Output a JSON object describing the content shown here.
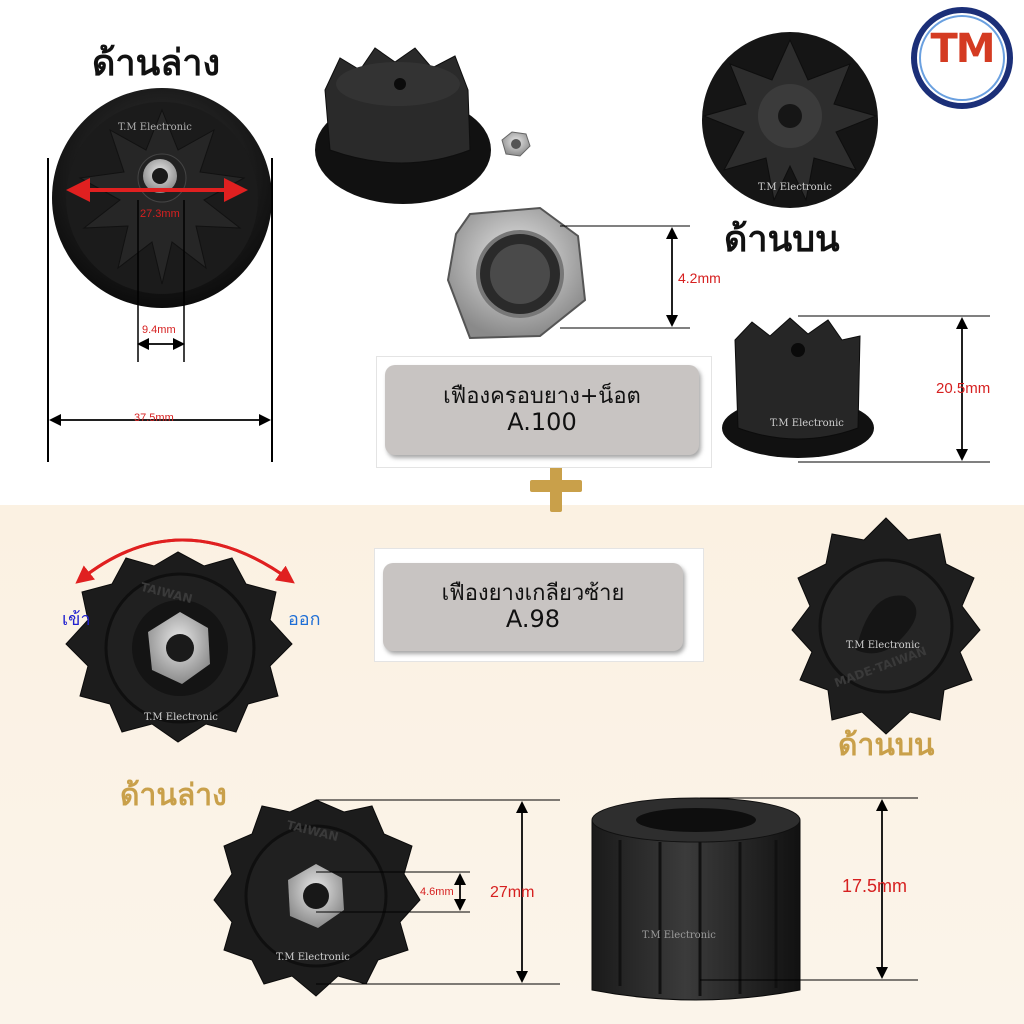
{
  "top": {
    "bottom_side_label": "ด้านล่าง",
    "top_side_label": "ด้านบน",
    "product_name": "เฟืองครอบยาง+น็อต",
    "product_code": "A.100",
    "dims": {
      "outer": "37.5mm",
      "inner": "27.3mm",
      "hole": "9.4mm",
      "nut": "4.2mm",
      "height": "20.5mm"
    }
  },
  "bottom": {
    "product_name": "เฟืองยางเกลียวซ้าย",
    "product_code": "A.98",
    "bottom_side_label": "ด้านล่าง",
    "top_side_label": "ด้านบน",
    "rotate_in": "เข้า",
    "rotate_out": "ออก",
    "dims": {
      "nut": "4.6mm",
      "diameter": "27mm",
      "height": "17.5mm"
    }
  },
  "watermark": "T.M Electronic",
  "logo_text": "TM",
  "embossed": {
    "taiwan": "TAIWAN",
    "made_taiwan": "MADE·TAIWAN"
  },
  "plus_sign": "+",
  "colors": {
    "accent_gold": "#c9a04a",
    "dim_red": "#d62020",
    "rotate_in_blue": "#2020d0",
    "rotate_out_blue": "#1f6fd6",
    "bottom_bg": "#fbf2e4",
    "label_box": "#c8c4c2"
  }
}
